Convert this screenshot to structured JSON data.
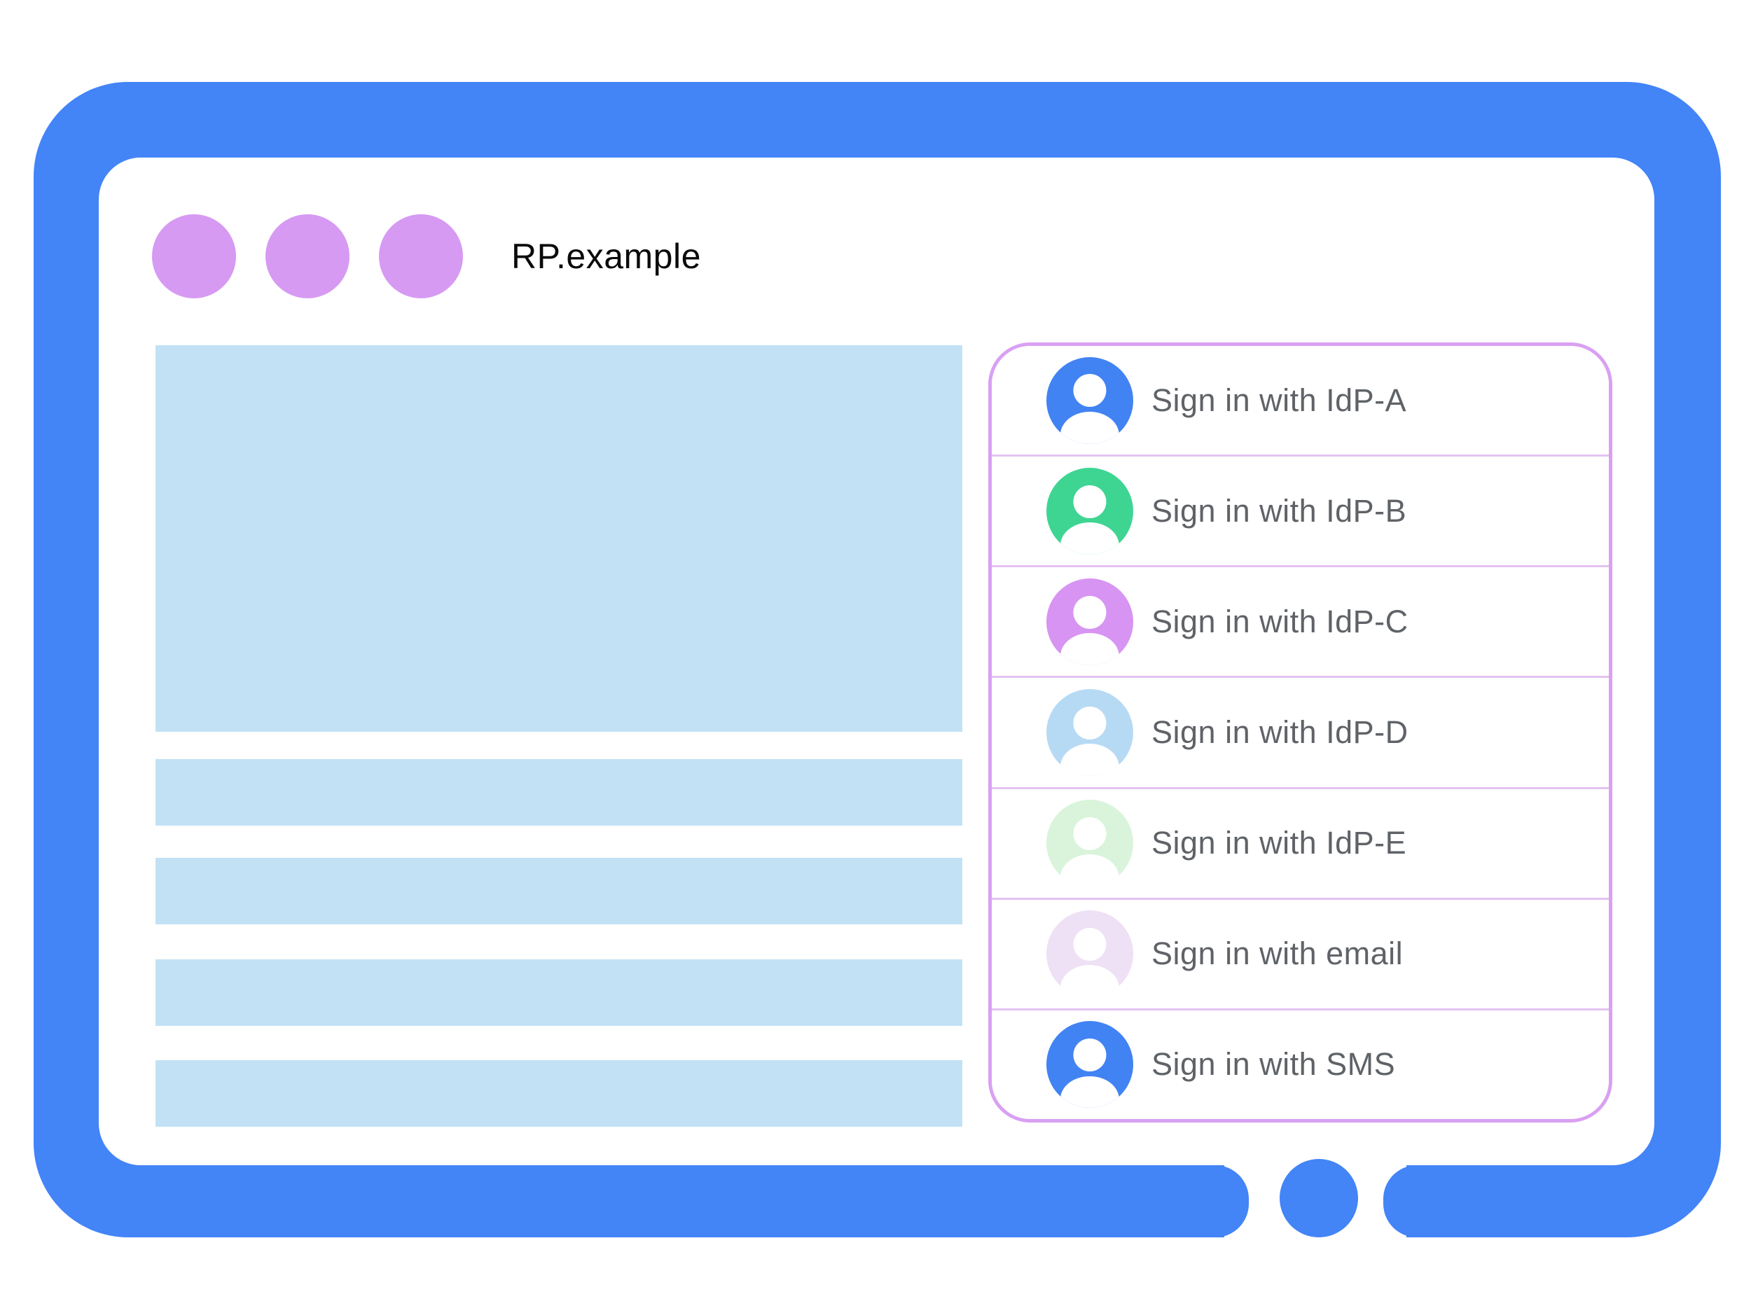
{
  "window": {
    "title": "RP.example",
    "controls": [
      {
        "name": "window-control-dot-1"
      },
      {
        "name": "window-control-dot-2"
      },
      {
        "name": "window-control-dot-3"
      }
    ]
  },
  "sign_in_panel": {
    "options": [
      {
        "label": "Sign in with IdP-A",
        "icon": "person-icon",
        "avatar_color": "#4183f3"
      },
      {
        "label": "Sign in with IdP-B",
        "icon": "person-icon",
        "avatar_color": "#3ed592"
      },
      {
        "label": "Sign in with IdP-C",
        "icon": "person-icon",
        "avatar_color": "#d794f2"
      },
      {
        "label": "Sign in with IdP-D",
        "icon": "person-icon",
        "avatar_color": "#b7daf4"
      },
      {
        "label": "Sign in with IdP-E",
        "icon": "person-icon",
        "avatar_color": "#d9f4da"
      },
      {
        "label": "Sign in with email",
        "icon": "person-icon",
        "avatar_color": "#eee0f5"
      },
      {
        "label": "Sign in with SMS",
        "icon": "person-icon",
        "avatar_color": "#4183f3"
      }
    ]
  },
  "colors": {
    "frame_blue": "#4384f7",
    "window_bg": "#ffffff",
    "control_dot": "#d69af3",
    "placeholder_blue": "#c2e1f5",
    "panel_border": "#d9a0f2",
    "panel_divider": "#e4c3f2",
    "label_text": "#5f6368",
    "title_text": "#0a0a0a"
  }
}
